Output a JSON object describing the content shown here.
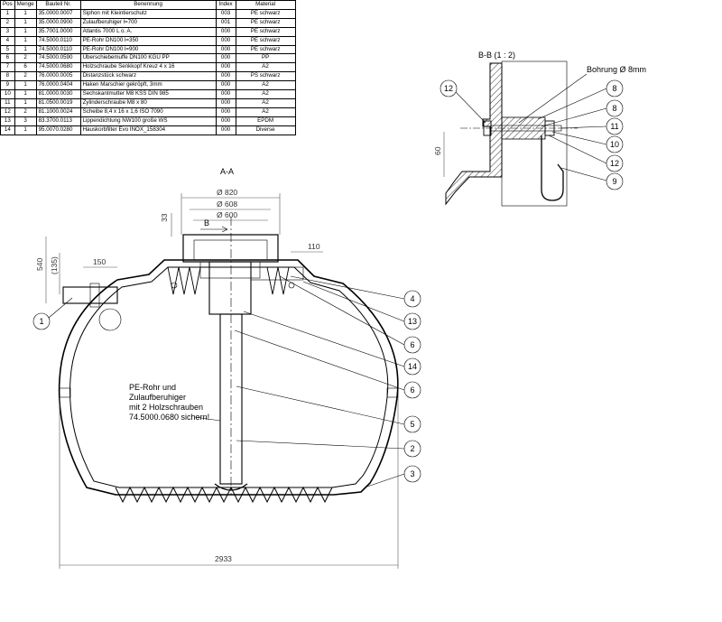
{
  "bom": {
    "headers": [
      "Pos",
      "Menge",
      "Bauteil Nr.",
      "Benennung",
      "Index",
      "Material"
    ],
    "rows": [
      [
        "1",
        "1",
        "35.0000.0007",
        "Siphon mit Kleintierschutz",
        "003",
        "PE schwarz"
      ],
      [
        "2",
        "1",
        "35.0000.0900",
        "Zulaufberuhiger l=700",
        "001",
        "PE schwarz"
      ],
      [
        "3",
        "1",
        "35.7001.0000",
        "Atlantis 7000 L o. A.",
        "000",
        "PE schwarz"
      ],
      [
        "4",
        "1",
        "74.5000.0110",
        "PE-Rohr DN100 l=350",
        "000",
        "PE schwarz"
      ],
      [
        "5",
        "1",
        "74.5000.0110",
        "PE-Rohr DN100 l=900",
        "000",
        "PE schwarz"
      ],
      [
        "6",
        "2",
        "74.5000.0590",
        "Überschiebemuffe DN100 KGU PP",
        "000",
        "PP"
      ],
      [
        "7",
        "6",
        "74.5000.0680",
        "Holzschraube Senkkopf Kreuz 4 x 16",
        "000",
        "A2"
      ],
      [
        "8",
        "2",
        "76.0000.0005",
        "Distanzstück schwarz",
        "000",
        "PS schwarz"
      ],
      [
        "9",
        "1",
        "76.0000.0404",
        "Haken Marschier gekröpft, 3mm",
        "000",
        "A2"
      ],
      [
        "10",
        "1",
        "81.0000.0030",
        "Sechskantmutter M8 KSS DIN 985",
        "000",
        "A2"
      ],
      [
        "11",
        "1",
        "81.0500.0019",
        "Zylinderschraube M8 x 80",
        "000",
        "A2"
      ],
      [
        "12",
        "2",
        "81.1000.0024",
        "Scheibe 8,4 x 16 x 1,6 ISO 7090",
        "000",
        "A2"
      ],
      [
        "13",
        "3",
        "83.3700.0113",
        "Lippendichtung NW100 große WS",
        "000",
        "EPDM"
      ],
      [
        "14",
        "1",
        "95.0070.0280",
        "Hauskorbfilter Evo INOX_158304",
        "000",
        "Diverse"
      ]
    ]
  },
  "section_aa": {
    "title": "A-A",
    "note": [
      "PE-Rohr und",
      "Zulaufberuhiger",
      "mit 2 Holzschrauben",
      "74.5000.0680 sichern!"
    ],
    "cut_marker": "B",
    "dims": {
      "d820": "Ø 820",
      "d608": "Ø 608",
      "d600": "Ø 600",
      "h33": "33",
      "w110": "110",
      "h540": "540",
      "h135": "(135)",
      "w150": "150",
      "w2933": "2933"
    },
    "balloons": [
      "1",
      "4",
      "13",
      "6",
      "14",
      "6",
      "5",
      "2",
      "3"
    ]
  },
  "detail_bb": {
    "title": "B-B (1 : 2)",
    "bore_label": "Bohrung Ø 8mm",
    "dim60": "60",
    "balloons": [
      "12",
      "8",
      "8",
      "11",
      "10",
      "12",
      "9"
    ]
  }
}
